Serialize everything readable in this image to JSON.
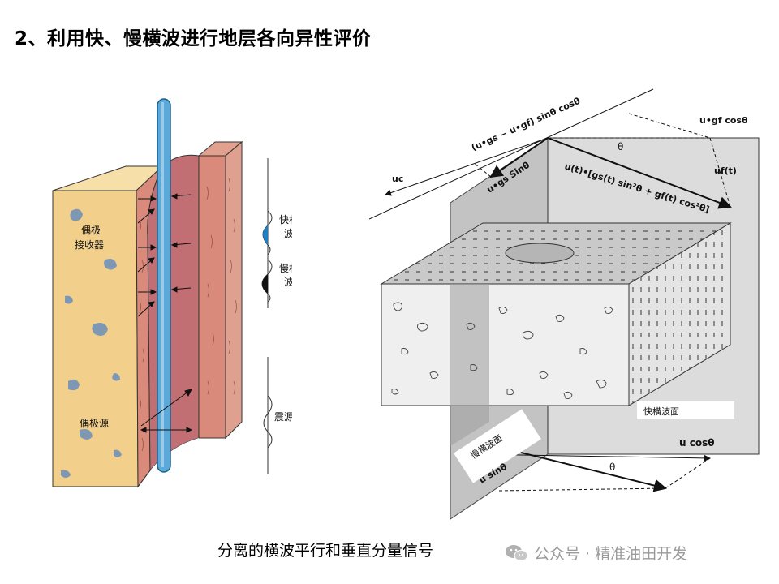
{
  "title": "2、利用快、慢横波进行地层各向异性评价",
  "caption": "分离的横波平行和垂直分量信号",
  "watermark": {
    "text": "公众号 · 精准油田开发",
    "icon": "wechat-icon"
  },
  "left_diagram": {
    "labels": {
      "receiver_line1": "偶极",
      "receiver_line2": "接收器",
      "source": "偶极源",
      "fast_line1": "快横波",
      "fast_line2": "波幅",
      "slow_line1": "慢横波",
      "slow_line2": "波幅",
      "pulse": "震源脉冲"
    },
    "colors": {
      "formation": "#f2cf8a",
      "borehole_wall": "#d98a7a",
      "pebble": "#7e98b3",
      "logging_tool": "#5aa9d8",
      "fast_wave": "#1e7fc4",
      "slow_wave": "#111111"
    }
  },
  "right_diagram": {
    "labels": {
      "top_vector": "(u•gs − u•gf) sinθ cosθ",
      "right_vector": "u•gf cosθ",
      "middle_vector": "u(t)•[gs(t) sin²θ + gf(t) cos²θ]",
      "uf": "uf(t)",
      "uc": "uc",
      "ugs": "u•gs Sinθ",
      "theta_top": "θ",
      "fast_plane": "快横波面",
      "slow_plane": "慢横波面",
      "ucos": "u cosθ",
      "usin": "u sinθ",
      "theta_bottom": "θ"
    }
  }
}
